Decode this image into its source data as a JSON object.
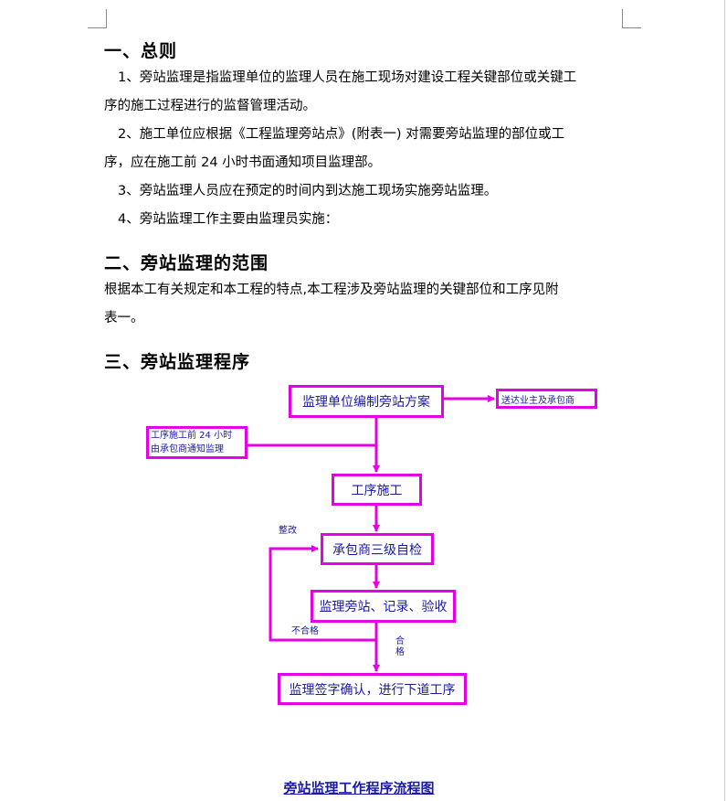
{
  "section1": {
    "title": "一、总则",
    "items": [
      {
        "line1": "1、旁站监理是指监理单位的监理人员在施工现场对建设工程关键部位或关键工",
        "line2": "序的施工过程进行的监督管理活动。"
      },
      {
        "line1": "2、施工单位应根据《工程监理旁站点》(附表一) 对需要旁站监理的部位或工",
        "line2": "序，应在施工前 24 小时书面通知项目监理部。"
      },
      {
        "line1": "3、旁站监理人员应在预定的时间内到达施工现场实施旁站监理。"
      },
      {
        "line1": "4、旁站监理工作主要由监理员实施："
      }
    ]
  },
  "section2": {
    "title": "二、旁站监理的范围",
    "line1": "根据本工有关规定和本工程的特点,本工程涉及旁站监理的关键部位和工序见附",
    "line2": "表一。"
  },
  "section3": {
    "title": "三、旁站监理程序"
  },
  "flowchart": {
    "box_plan": "监理单位编制旁站方案",
    "box_send": "送达业主及承包商",
    "box_notice_line1": "工序施工前 24 小时",
    "box_notice_line2": "由承包商通知监理",
    "box_construction": "工序施工",
    "box_selfcheck": "承包商三级自检",
    "box_supervise": "监理旁站、记录、验收",
    "box_sign": "监理签字确认，进行下道工序",
    "label_rectify": "整改",
    "label_fail": "不合格",
    "label_pass": "合格",
    "line_color": "#e600e6",
    "text_color": "#1a1aa6"
  },
  "caption": "旁站监理工作程序流程图"
}
